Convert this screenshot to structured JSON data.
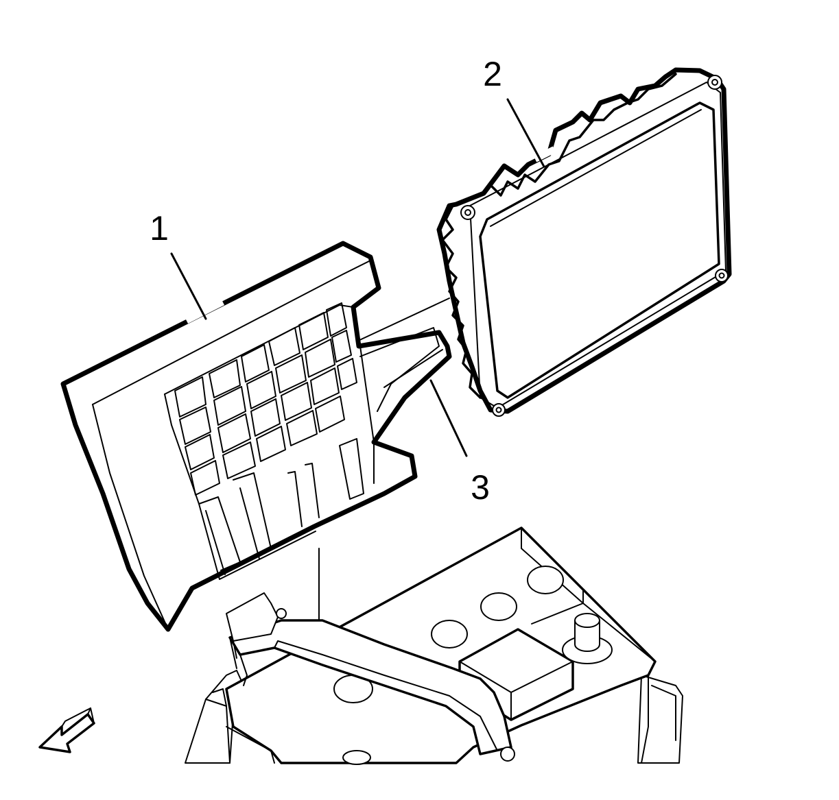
{
  "callouts": [
    {
      "id": "1",
      "label": "1"
    },
    {
      "id": "2",
      "label": "2"
    },
    {
      "id": "3",
      "label": "3"
    }
  ],
  "colors": {
    "line": "#000000",
    "background": "#ffffff"
  },
  "icons": {
    "direction_arrow": "front-direction-arrow-icon"
  }
}
